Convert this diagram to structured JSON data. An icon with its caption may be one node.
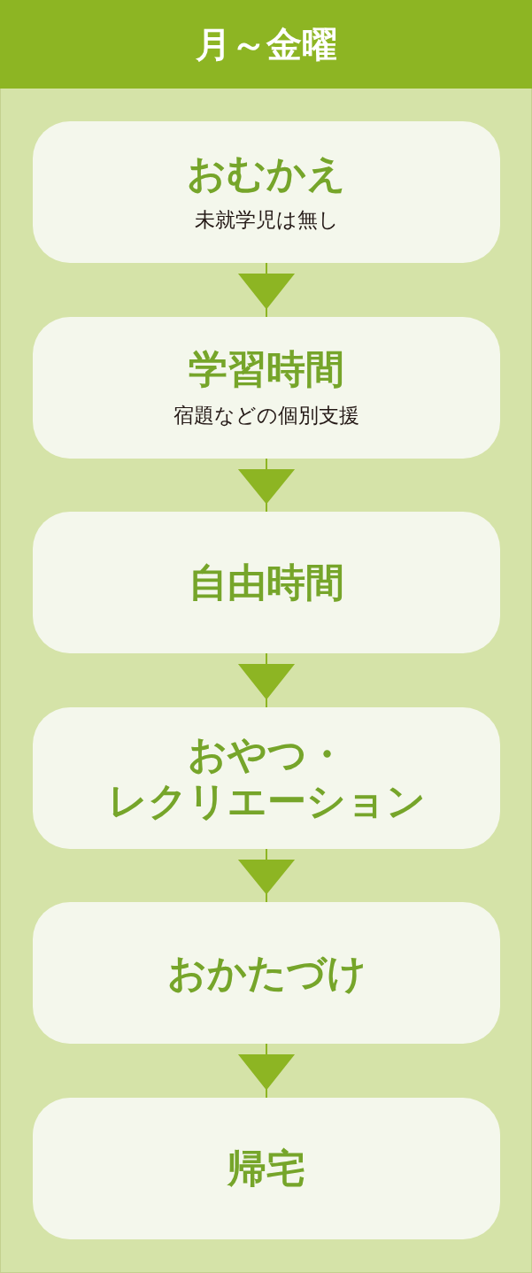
{
  "diagram": {
    "title": "月～金曜",
    "nodes": [
      {
        "text": [
          "おむかえ",
          "未就学児は無し"
        ]
      },
      {
        "text": [
          "学習時間",
          "宿題などの個別支援"
        ]
      },
      {
        "text": [
          "自由時間"
        ]
      },
      {
        "text": [
          "おやつ・レクリエーション"
        ]
      },
      {
        "text": [
          "おかたづけ"
        ]
      },
      {
        "text": [
          "帰宅"
        ]
      }
    ],
    "edges": [
      {
        "from": 0,
        "to": 1,
        "arrow": "to"
      },
      {
        "from": 1,
        "to": 2,
        "arrow": "to"
      },
      {
        "from": 2,
        "to": 3,
        "arrow": "to"
      },
      {
        "from": 3,
        "to": 4,
        "arrow": "to"
      },
      {
        "from": 4,
        "to": 5,
        "arrow": "to"
      }
    ]
  }
}
